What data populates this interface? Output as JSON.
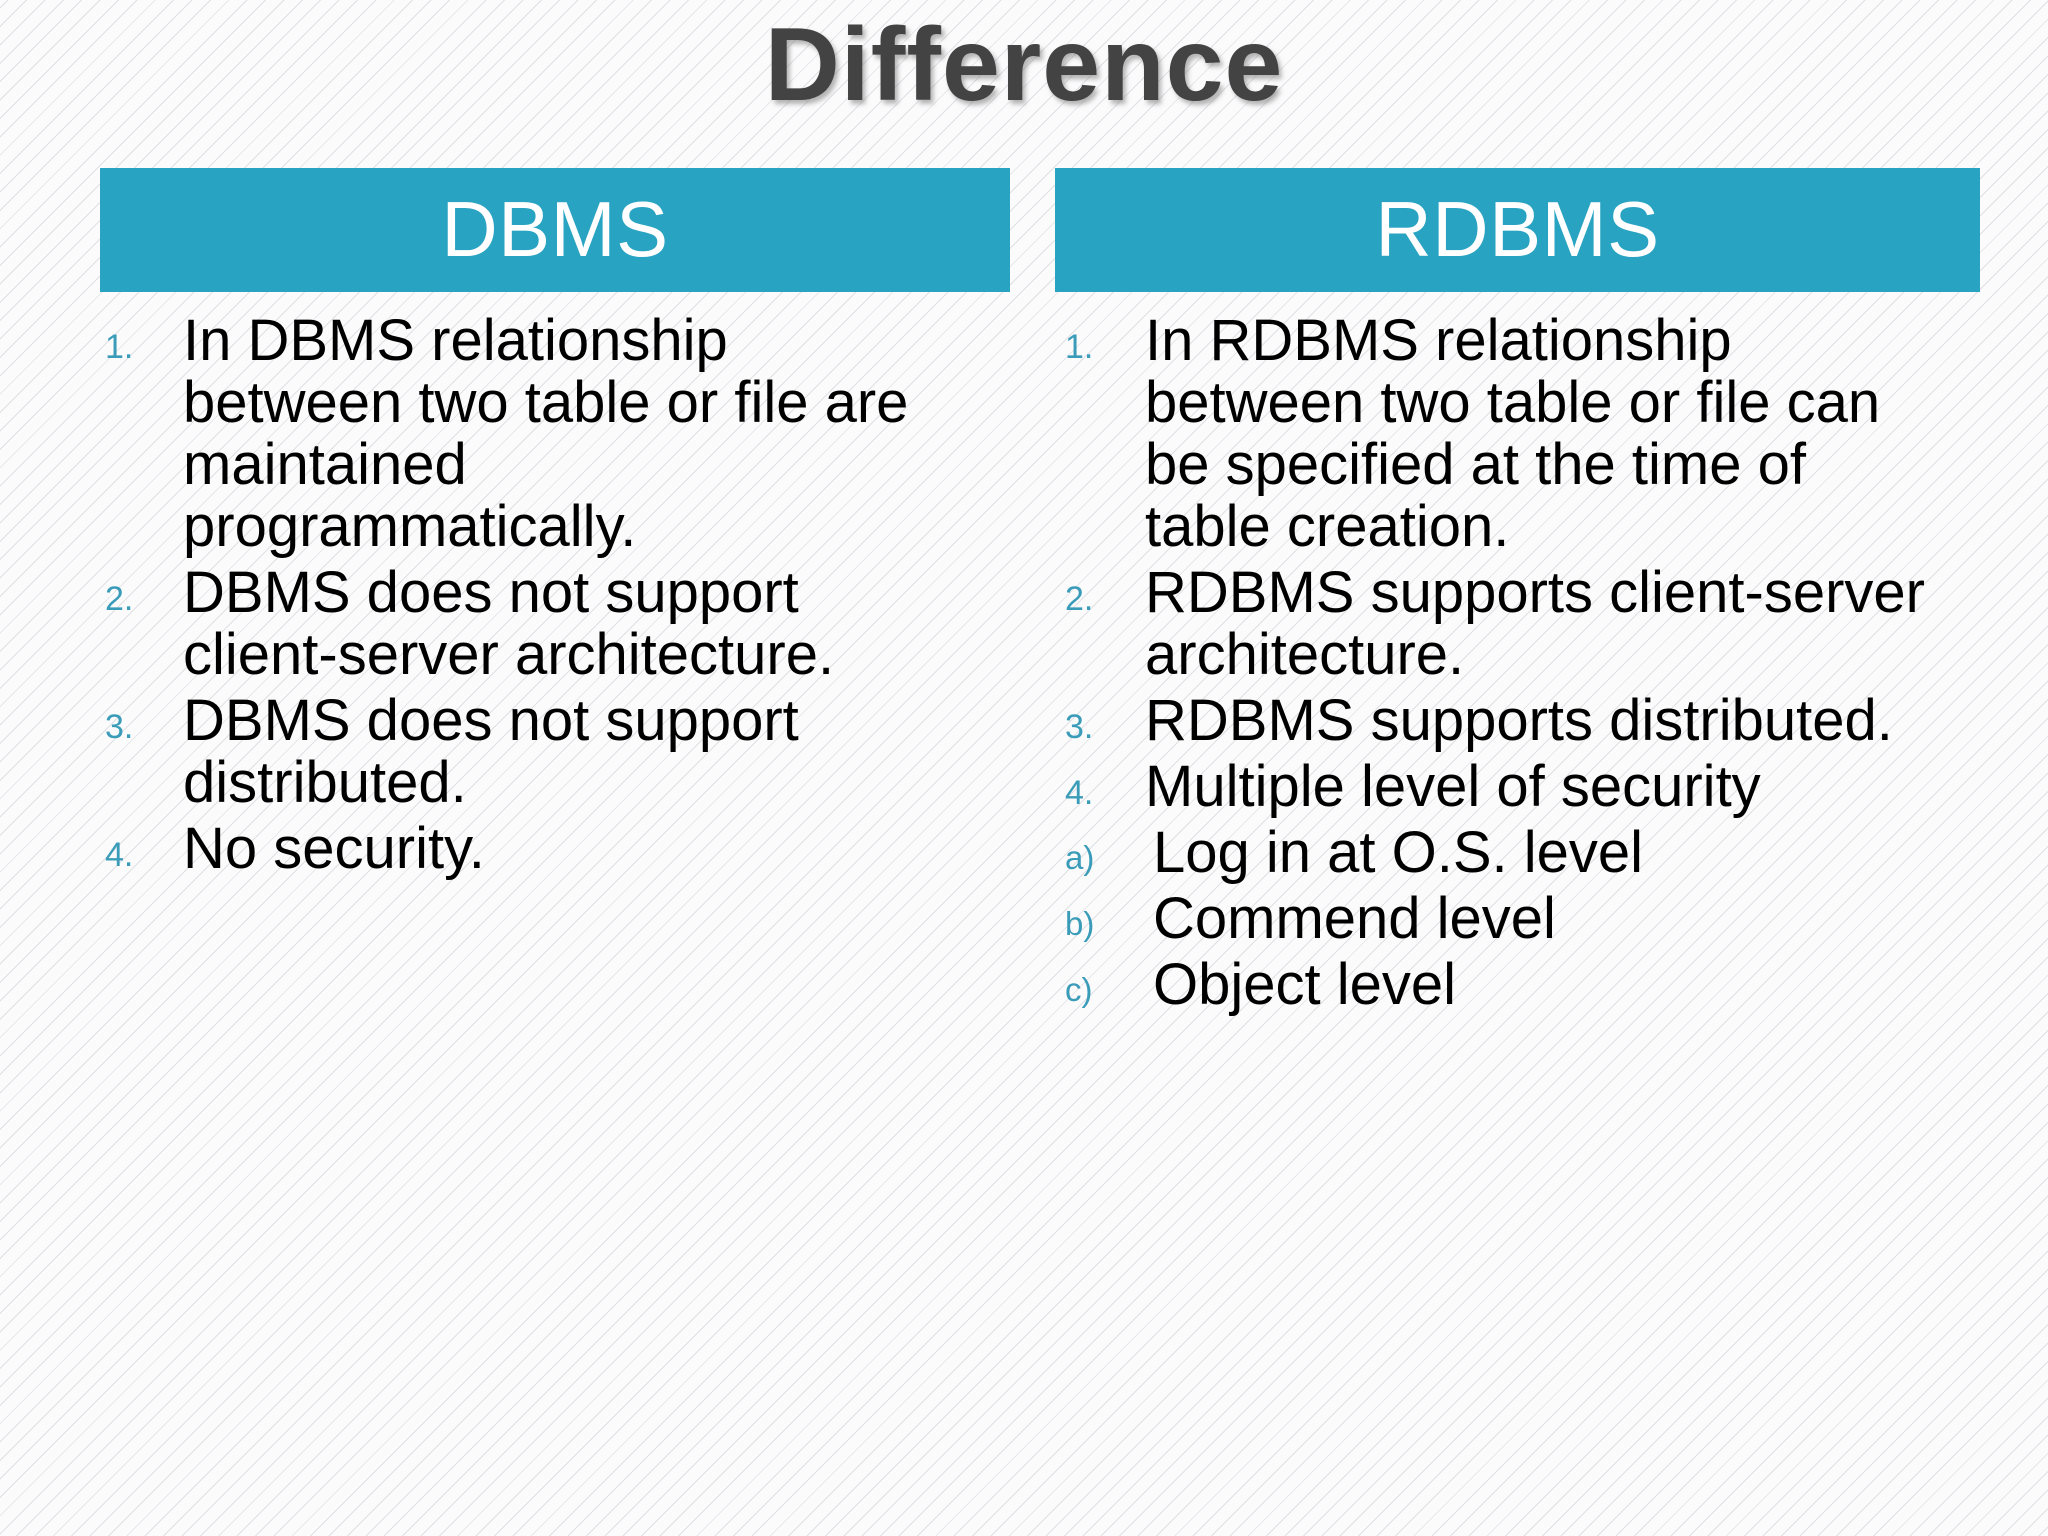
{
  "slide": {
    "title": "Difference",
    "accent_color": "#28a3c2",
    "marker_color": "#3a9cb8",
    "title_color": "#434343",
    "body_color": "#000000",
    "background_color": "#fbfbfc"
  },
  "columns": [
    {
      "header": "DBMS",
      "items": [
        {
          "marker": "1.",
          "text": "In DBMS relationship between two table or file are maintained programmatically."
        },
        {
          "marker": "2.",
          "text": "DBMS does not support client-server architecture."
        },
        {
          "marker": "3.",
          "text": "DBMS does not support distributed."
        },
        {
          "marker": "4.",
          "text": "No security."
        }
      ]
    },
    {
      "header": "RDBMS",
      "items": [
        {
          "marker": "1.",
          "text": "In RDBMS relationship between two table or file can be specified at the time of table creation."
        },
        {
          "marker": "2.",
          "text": "RDBMS  supports client-server architecture."
        },
        {
          "marker": "3.",
          "text": "RDBMS supports distributed."
        },
        {
          "marker": "4.",
          "text": "Multiple level of security"
        },
        {
          "marker": "a)",
          "text": " Log in at O.S. level",
          "sub": true
        },
        {
          "marker": "b)",
          "text": " Commend level",
          "sub": true
        },
        {
          "marker": "c)",
          "text": " Object level",
          "sub": true
        }
      ]
    }
  ]
}
